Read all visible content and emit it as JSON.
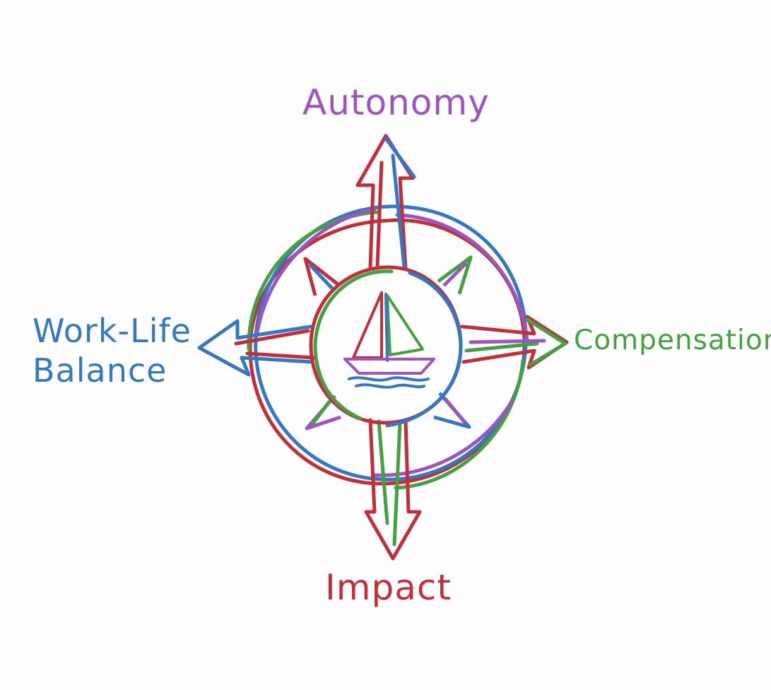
{
  "colors": {
    "red": "#c0303a",
    "blue": "#3577c2",
    "green": "#45a044",
    "purple": "#9b55bd",
    "background": "#fdfdfd"
  },
  "labels": {
    "north": "Autonomy",
    "east": "Compensation",
    "south": "Impact",
    "west_line1": "Work-Life",
    "west_line2": "Balance"
  },
  "label_colors": {
    "north": "#9b55bd",
    "east": "#45a044",
    "south": "#c0303a",
    "west": "#3577c2"
  },
  "center_icon": "sailboat-icon"
}
